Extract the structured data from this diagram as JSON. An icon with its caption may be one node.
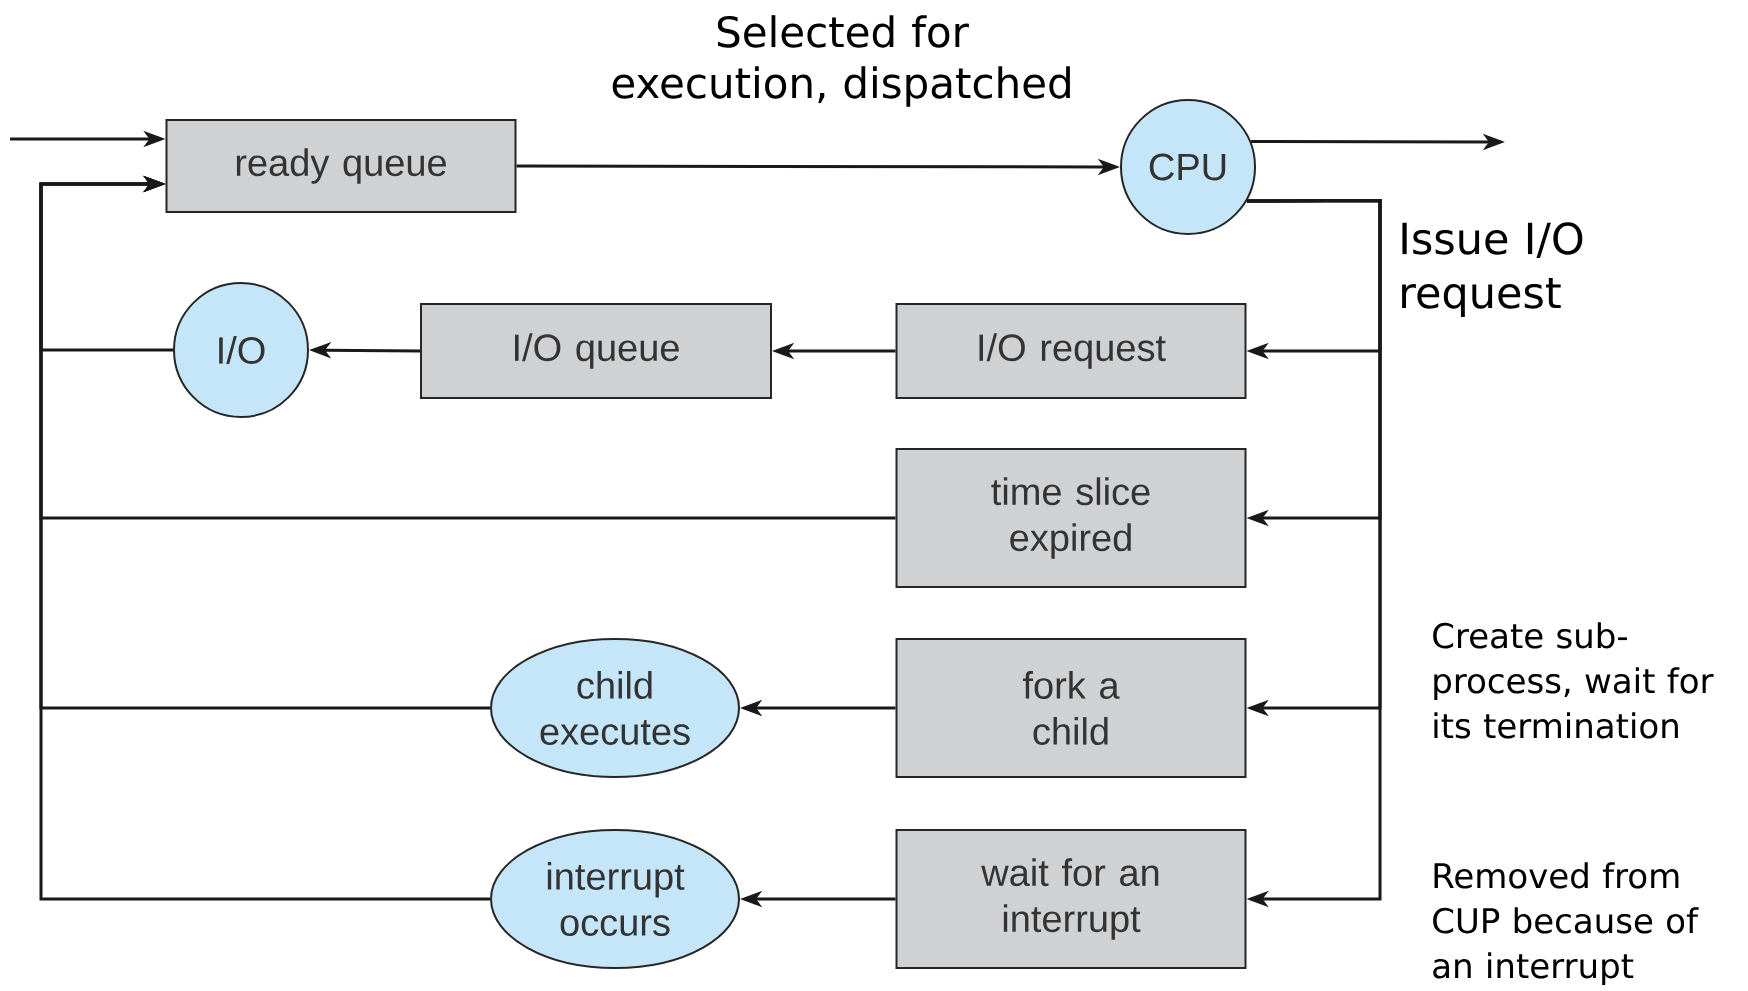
{
  "diagram": {
    "nodes": [
      {
        "text": [
          "ready queue"
        ]
      },
      {
        "text": [
          "CPU"
        ]
      },
      {
        "text": [
          "I/O"
        ]
      },
      {
        "text": [
          "I/O queue"
        ]
      },
      {
        "text": [
          "I/O request"
        ]
      },
      {
        "text": [
          "time slice expired"
        ]
      },
      {
        "text": [
          "child executes"
        ]
      },
      {
        "text": [
          "fork a child"
        ]
      },
      {
        "text": [
          "interrupt occurs"
        ]
      },
      {
        "text": [
          "wait for an interrupt"
        ]
      }
    ],
    "edges": [
      {
        "from": null,
        "to": 0,
        "arrow": "to"
      },
      {
        "from": 0,
        "to": 1,
        "arrow": "to"
      },
      {
        "from": 1,
        "to": null,
        "arrow": "to"
      },
      {
        "from": 1,
        "to": 4,
        "arrow": "to"
      },
      {
        "from": 1,
        "to": 5,
        "arrow": "to"
      },
      {
        "from": 1,
        "to": 7,
        "arrow": "to"
      },
      {
        "from": 1,
        "to": 9,
        "arrow": "to"
      },
      {
        "from": 4,
        "to": 3,
        "arrow": "to"
      },
      {
        "from": 3,
        "to": 2,
        "arrow": "to"
      },
      {
        "from": 7,
        "to": 6,
        "arrow": "to"
      },
      {
        "from": 9,
        "to": 8,
        "arrow": "to"
      },
      {
        "from": 2,
        "to": 0,
        "arrow": "to"
      },
      {
        "from": 5,
        "to": 0,
        "arrow": "to"
      },
      {
        "from": 6,
        "to": 0,
        "arrow": "to"
      },
      {
        "from": 8,
        "to": 0,
        "arrow": "to"
      }
    ],
    "labels": [
      "Selected for execution, dispatched",
      "Issue I/O request",
      "Create sub-process, wait for its termination",
      "Removed from CUP because of an interrupt"
    ]
  }
}
